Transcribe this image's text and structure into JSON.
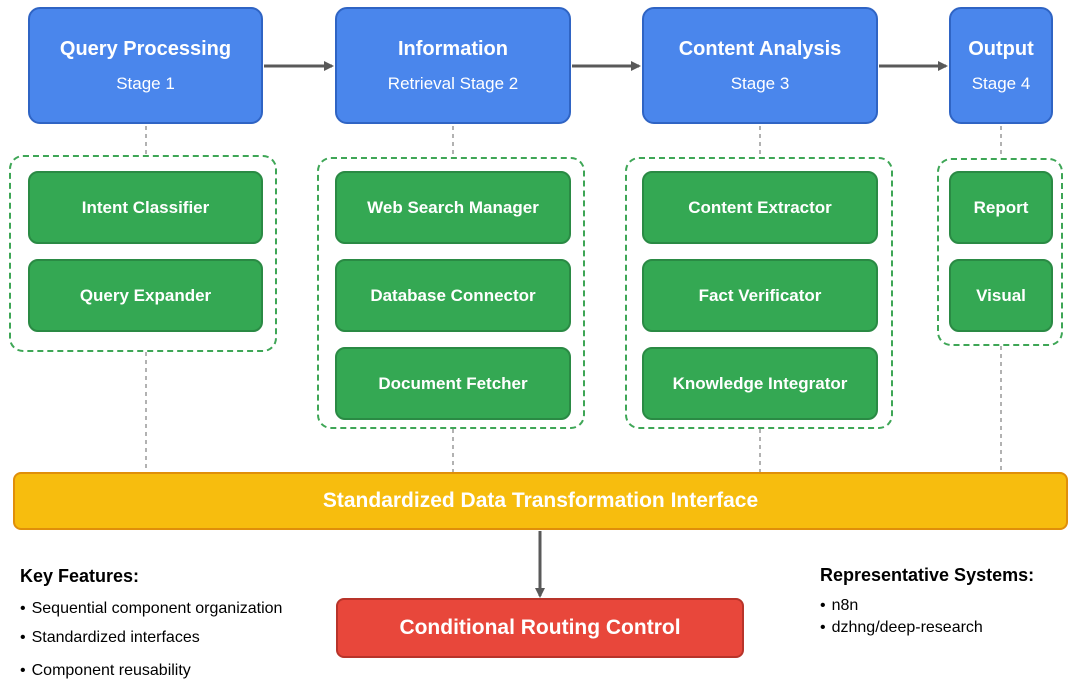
{
  "stages": [
    {
      "title": "Query Processing",
      "subtitle": "Stage 1"
    },
    {
      "title": "Information",
      "subtitle": "Retrieval Stage 2"
    },
    {
      "title": "Content Analysis",
      "subtitle": "Stage 3"
    },
    {
      "title": "Output",
      "subtitle": "Stage 4"
    }
  ],
  "components": [
    [
      "Intent Classifier",
      "Query Expander"
    ],
    [
      "Web Search Manager",
      "Database Connector",
      "Document Fetcher"
    ],
    [
      "Content Extractor",
      "Fact Verificator",
      "Knowledge Integrator"
    ],
    [
      "Report",
      "Visual"
    ]
  ],
  "interface_label": "Standardized Data Transformation Interface",
  "routing_label": "Conditional Routing Control",
  "key_features": {
    "heading": "Key Features:",
    "items": [
      "Sequential component organization",
      "Standardized interfaces",
      "Component reusability"
    ]
  },
  "representative_systems": {
    "heading": "Representative Systems:",
    "items": [
      "n8n",
      "dzhng/deep-research"
    ]
  },
  "colors": {
    "stage": "#4a86ec",
    "component": "#34a853",
    "interface": "#f7bd0e",
    "routing": "#e8473b",
    "arrow": "#595959",
    "connector": "#999999"
  }
}
